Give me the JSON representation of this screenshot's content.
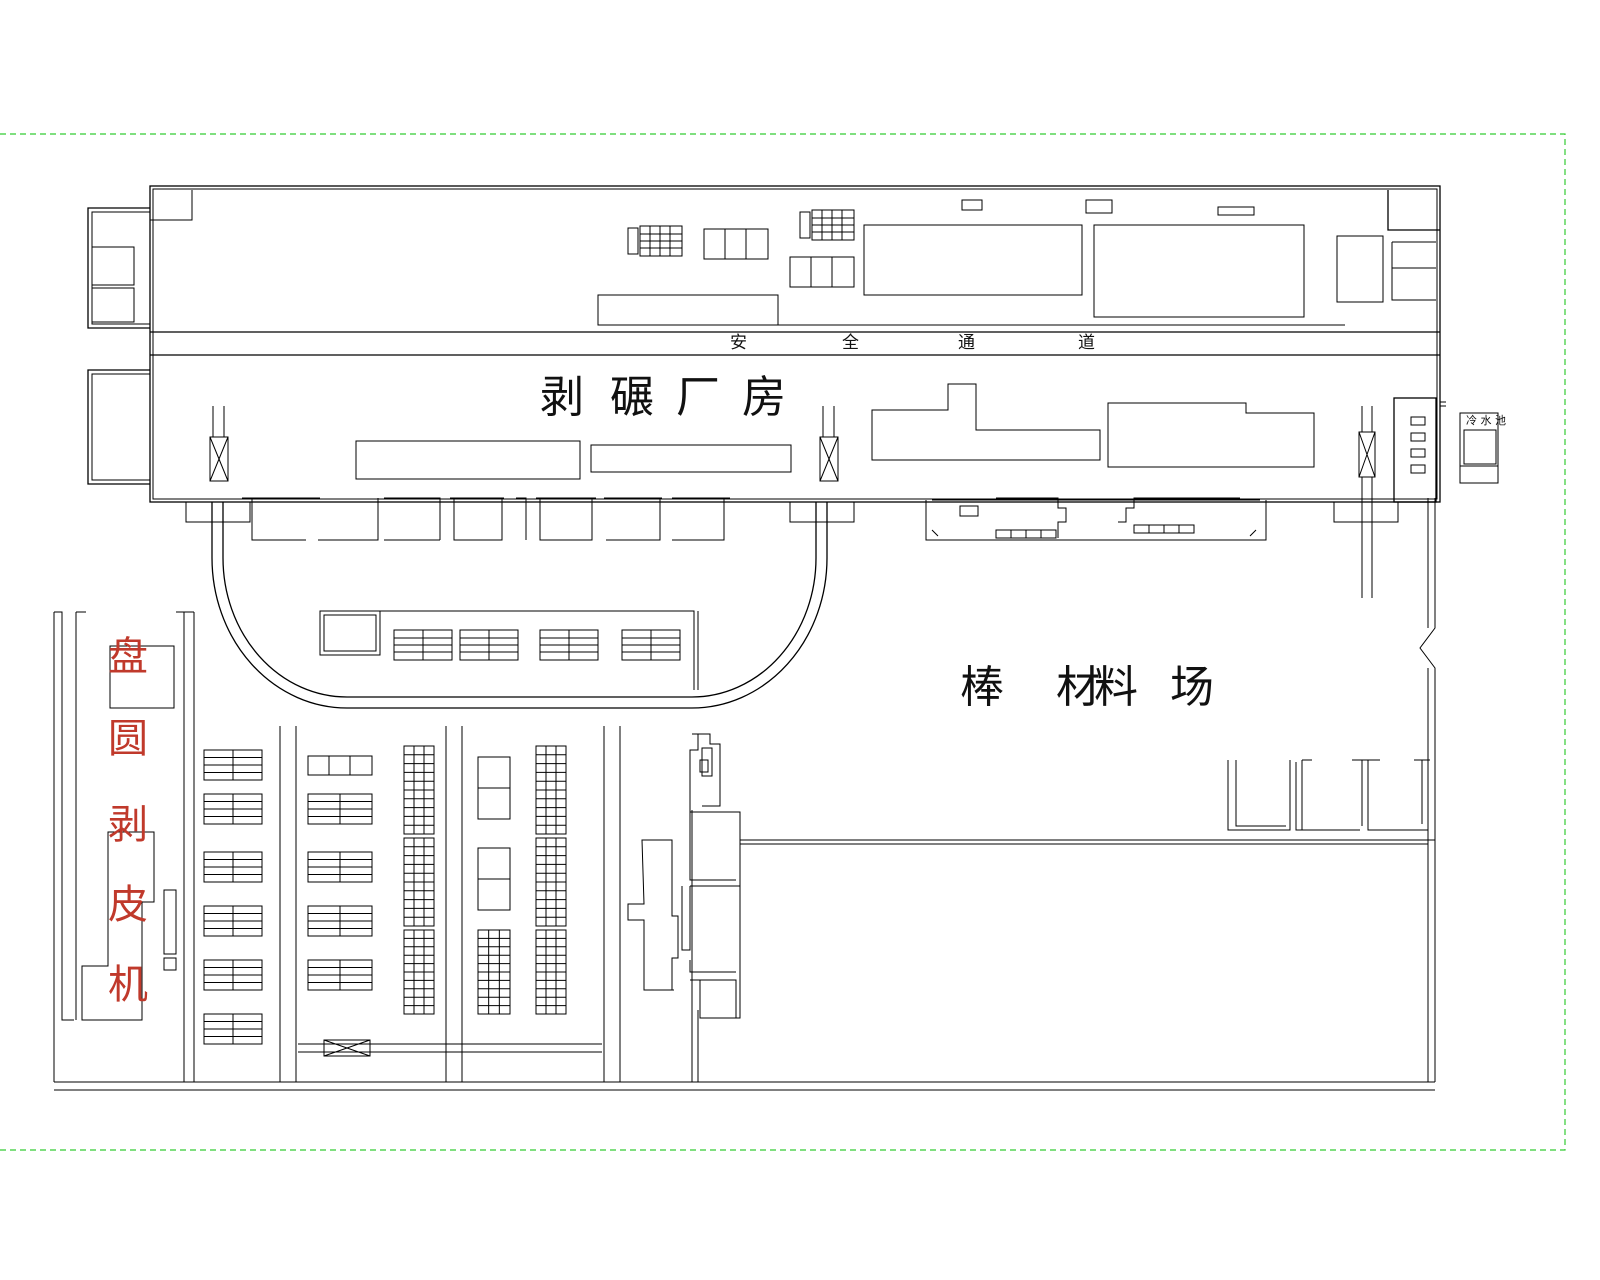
{
  "labels": {
    "safety_aisle": [
      "安",
      "全",
      "通",
      "道"
    ],
    "peeling_workshop": [
      "剥",
      "碾",
      "厂",
      "房"
    ],
    "bar_yard": [
      "棒",
      "材",
      "料",
      "场"
    ],
    "coil_peeler": [
      "盘",
      "圆",
      "剥",
      "皮",
      "机"
    ],
    "cooling_pool": "冷 水 池"
  },
  "colors": {
    "lines": "#000000",
    "boundary": "#33cc33",
    "highlight_text": "#c0392b"
  }
}
